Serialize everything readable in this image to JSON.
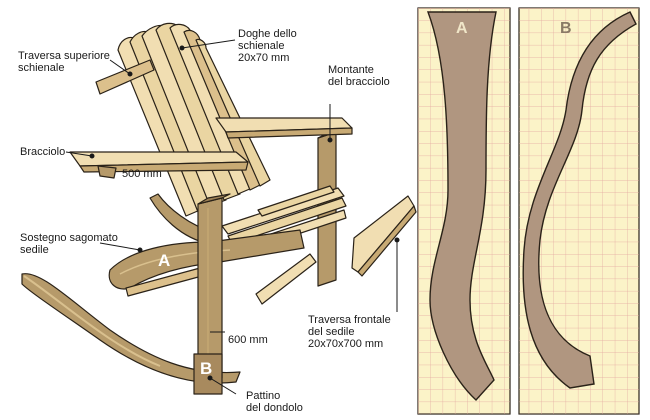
{
  "labels": {
    "seat_back_top_rail": [
      "Traversa superiore",
      "schienale"
    ],
    "back_slats": [
      "Doghe dello",
      "schienale",
      "20x70 mm"
    ],
    "armrest_post": [
      "Montante",
      "del bracciolo"
    ],
    "armrest": "Bracciolo",
    "dim_500": "500 mm",
    "shaped_seat_support": [
      "Sostegno sagomato",
      "sedile"
    ],
    "front_seat_rail": [
      "Traversa frontale",
      "del sedile",
      "20x70x700 mm"
    ],
    "dim_600": "600 mm",
    "rocker": [
      "Pattino",
      "del dondolo"
    ]
  },
  "badges": {
    "chair_a": "A",
    "chair_b": "B",
    "pattern_a": "A",
    "pattern_b": "B"
  },
  "colors": {
    "wood_light": "#f1deb2",
    "wood_mid": "#dcc08c",
    "wood_dark": "#a88a5e",
    "wood_post": "#b69a6a",
    "pattern_paper": "#fbf3c8",
    "pattern_grid": "#e0a0a0",
    "pattern_shape": "#b09680",
    "outline": "#2a2218"
  }
}
